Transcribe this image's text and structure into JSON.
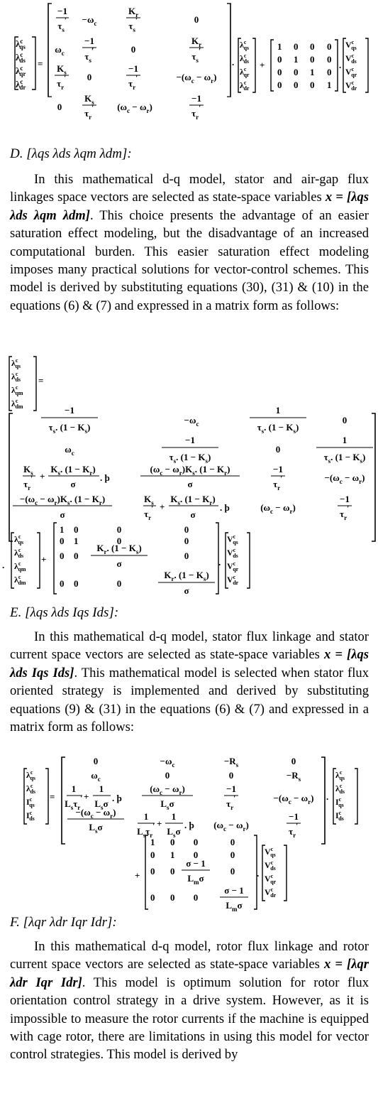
{
  "equations": {
    "eq_c": {
      "lhs": [
        "λqs^c",
        "λds^c",
        "λqr^c",
        "λdr^c"
      ],
      "matrix": [
        [
          "-1/τs'",
          "-ωc",
          "Kr/τs'",
          "0"
        ],
        [
          "ωc",
          "-1/τs'",
          "0",
          "Kr/τs'"
        ],
        [
          "Ks/τr'",
          "0",
          "-1/τr'",
          "-(ωc - ωr)"
        ],
        [
          "0",
          "Ks/τr'",
          "(ωc - ωr)",
          "-1/τr'"
        ]
      ],
      "input_matrix": [
        [
          "1",
          "0",
          "0",
          "0"
        ],
        [
          "0",
          "1",
          "0",
          "0"
        ],
        [
          "0",
          "0",
          "1",
          "0"
        ],
        [
          "0",
          "0",
          "0",
          "1"
        ]
      ],
      "input_vector": [
        "Vqs^c",
        "Vds^c",
        "Vqr^c",
        "Vdr^c"
      ]
    },
    "eq_d": {
      "lhs": [
        "λqs^c",
        "λds^c",
        "λqm^c",
        "λdm^c"
      ],
      "matrix": [
        [
          "-1/(τs.(1 - Ks))",
          "-ωc",
          "1/(τs.(1 - Ks))",
          "0"
        ],
        [
          "ωc",
          "-1/(τs.(1 - Ks))",
          "0",
          "1/(τs.(1 - Ks))"
        ],
        [
          "Ks/τr' + Ks.(1 - Kr)/σ .þ",
          "(ωc - ωr)Ks.(1 - Kr)/σ",
          "-1/τr'",
          "-(ωc - ωr)"
        ],
        [
          "-(ωc - ωr)Ks.(1 - Kr)/σ",
          "Ks/τr' + Ks.(1 - Kr)/σ .þ",
          "(ωc - ωr)",
          "-1/τr'"
        ]
      ],
      "input_matrix": [
        [
          "1",
          "0",
          "0",
          "0"
        ],
        [
          "0",
          "1",
          "0",
          "0"
        ],
        [
          "0",
          "0",
          "Kr.(1 - Ks)/σ",
          "0"
        ],
        [
          "0",
          "0",
          "0",
          "Kr.(1 - Ks)/σ"
        ]
      ],
      "input_vector": [
        "Vqs^c",
        "Vds^c",
        "Vqr^c",
        "Vdr^c"
      ]
    },
    "eq_e": {
      "lhs": [
        "λqs^c",
        "λds^c",
        "Iqs^c",
        "Ids^c"
      ],
      "matrix": [
        [
          "0",
          "-ωc",
          "-Rs",
          "0"
        ],
        [
          "ωc",
          "0",
          "0",
          "-Rs"
        ],
        [
          "1/(Ls τr') + 1/(Ls σ).þ",
          "(ωc - ωr)/(Ls σ)",
          "-1/τr'",
          "-(ωc - ωr)"
        ],
        [
          "-(ωc - ωr)/(Ls σ)",
          "1/(Ls τr') + 1/(Ls σ).þ",
          "(ωc - ωr)",
          "-1/τr'"
        ]
      ],
      "input_matrix": [
        [
          "1",
          "0",
          "0",
          "0"
        ],
        [
          "0",
          "1",
          "0",
          "0"
        ],
        [
          "0",
          "0",
          "(σ - 1)/(Lm σ)",
          "0"
        ],
        [
          "0",
          "0",
          "0",
          "(σ - 1)/(Lm σ)"
        ]
      ],
      "input_vector": [
        "Vqs^c",
        "Vds^c",
        "Vqr^c",
        "Vdr^c"
      ]
    }
  },
  "sections": {
    "d": {
      "letter": "D.",
      "heading": "[λqs   λds   λqm   λdm]:",
      "p1": "In this mathematical d-q model, stator and air-gap flux linkages space vectors are selected as state-space variables",
      "vars": "x = [λqs   λds   λqm   λdm]",
      "p2": ". This choice presents the advantage of an easier saturation effect modeling, but the disadvantage of an increased computational burden. This easier saturation effect modeling imposes many practical solutions for vector-control schemes. This model is derived by substituting equations (30), (31) & (10) in the equations (6) & (7) and expressed in a matrix form as follows:"
    },
    "e": {
      "letter": "E.",
      "heading": "[λqs   λds   Iqs   Ids]:",
      "p1": "In this mathematical d-q model, stator flux linkage and stator current space vectors are selected as state-space variables",
      "vars": "x = [λqs   λds   Iqs   Ids]",
      "p2": ". This mathematical model is selected when stator flux oriented strategy is implemented and derived by substituting equations (9) & (31) in the equations (6) & (7) and expressed in a matrix form as follows:"
    },
    "f": {
      "letter": "F.",
      "heading": "[λqr   λdr   Iqr   Idr]:",
      "p1": "In this mathematical d-q model, rotor flux linkage and rotor current space vectors are selected as state-space variables",
      "vars": "x = [λqr   λdr   Iqr   Idr]",
      "p2": ". This model is optimum solution for rotor flux orientation control strategy in a drive system. However, as it is impossible to measure the rotor currents if the machine is equipped with cage rotor, there are limitations in using this model for vector control strategies. This model is derived by"
    }
  }
}
